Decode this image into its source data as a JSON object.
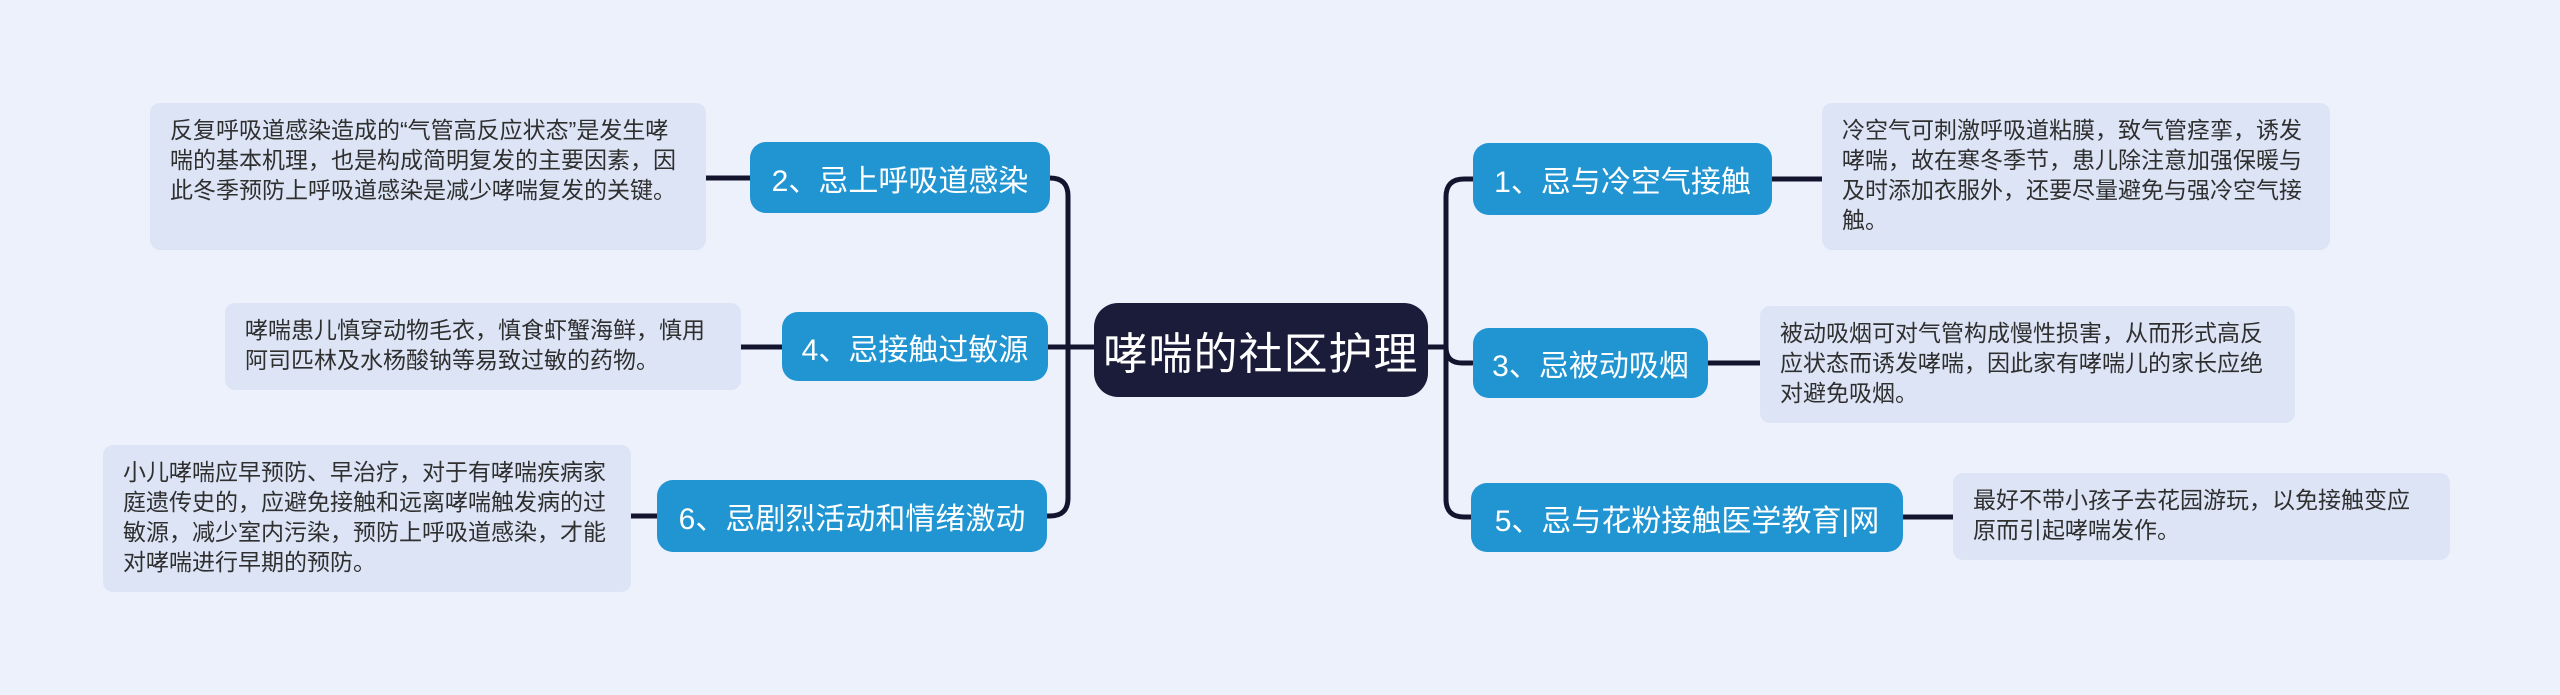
{
  "title": "哮喘的社区护理",
  "colors": {
    "background": "#ecf1fc",
    "central_bg": "#1b1b3a",
    "central_text": "#ffffff",
    "branch_bg": "#2095d2",
    "branch_text": "#ffffff",
    "note_bg": "#dce4f6",
    "note_text": "#2f2f2f",
    "connector": "#14142f"
  },
  "left_branches": [
    {
      "label": "2、忌上呼吸道感染",
      "note": "反复呼吸道感染造成的“气管高反应状态”是发生哮喘的基本机理，也是构成简明复发的主要因素，因此冬季预防上呼吸道感染是减少哮喘复发的关键。"
    },
    {
      "label": "4、忌接触过敏源",
      "note": "哮喘患儿慎穿动物毛衣，慎食虾蟹海鲜，慎用阿司匹林及水杨酸钠等易致过敏的药物。"
    },
    {
      "label": "6、忌剧烈活动和情绪激动",
      "note": "小儿哮喘应早预防、早治疗，对于有哮喘疾病家庭遗传史的，应避免接触和远离哮喘触发病的过敏源，减少室内污染，预防上呼吸道感染，才能对哮喘进行早期的预防。"
    }
  ],
  "right_branches": [
    {
      "label": "1、忌与冷空气接触",
      "note": "冷空气可刺激呼吸道粘膜，致气管痉挛，诱发哮喘，故在寒冬季节，患儿除注意加强保暖与及时添加衣服外，还要尽量避免与强冷空气接触。"
    },
    {
      "label": "3、忌被动吸烟",
      "note": "被动吸烟可对气管构成慢性损害，从而形式高反应状态而诱发哮喘，因此家有哮喘儿的家长应绝对避免吸烟。"
    },
    {
      "label": "5、忌与花粉接触医学教育|网",
      "note": "最好不带小孩子去花园游玩，以免接触变应原而引起哮喘发作。"
    }
  ]
}
